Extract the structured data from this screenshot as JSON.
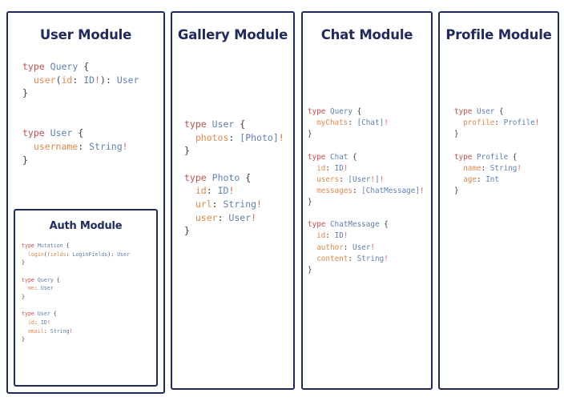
{
  "panels": [
    {
      "id": "user",
      "title": "User Module",
      "schema": [
        {
          "tokens": [
            {
              "t": "type",
              "c": "k"
            },
            {
              "t": " ",
              "c": "p"
            },
            {
              "t": "Query",
              "c": "tn"
            },
            {
              "t": " {",
              "c": "p"
            }
          ]
        },
        {
          "tokens": [
            {
              "t": "  ",
              "c": "p"
            },
            {
              "t": "user",
              "c": "f"
            },
            {
              "t": "(",
              "c": "p"
            },
            {
              "t": "id",
              "c": "f"
            },
            {
              "t": ": ",
              "c": "p"
            },
            {
              "t": "ID",
              "c": "tn"
            },
            {
              "t": "!",
              "c": "bang"
            },
            {
              "t": ")",
              "c": "p"
            },
            {
              "t": ": ",
              "c": "p"
            },
            {
              "t": "User",
              "c": "tn"
            }
          ]
        },
        {
          "tokens": [
            {
              "t": "}",
              "c": "p"
            }
          ]
        },
        {
          "tokens": []
        },
        {
          "tokens": []
        },
        {
          "tokens": [
            {
              "t": "type",
              "c": "k"
            },
            {
              "t": " ",
              "c": "p"
            },
            {
              "t": "User",
              "c": "tn"
            },
            {
              "t": " {",
              "c": "p"
            }
          ]
        },
        {
          "tokens": [
            {
              "t": "  ",
              "c": "p"
            },
            {
              "t": "username",
              "c": "f"
            },
            {
              "t": ": ",
              "c": "p"
            },
            {
              "t": "String",
              "c": "tn"
            },
            {
              "t": "!",
              "c": "bang"
            }
          ]
        },
        {
          "tokens": [
            {
              "t": "}",
              "c": "p"
            }
          ]
        }
      ]
    },
    {
      "id": "auth",
      "title": "Auth Module",
      "schema": [
        {
          "tokens": [
            {
              "t": "type",
              "c": "k"
            },
            {
              "t": " ",
              "c": "p"
            },
            {
              "t": "Mutation",
              "c": "tn"
            },
            {
              "t": " {",
              "c": "p"
            }
          ]
        },
        {
          "tokens": [
            {
              "t": "  ",
              "c": "p"
            },
            {
              "t": "login",
              "c": "f"
            },
            {
              "t": "(",
              "c": "p"
            },
            {
              "t": "fields",
              "c": "f"
            },
            {
              "t": ": ",
              "c": "p"
            },
            {
              "t": "LoginFields",
              "c": "tn"
            },
            {
              "t": ")",
              "c": "p"
            },
            {
              "t": ": ",
              "c": "p"
            },
            {
              "t": "User",
              "c": "tn"
            }
          ]
        },
        {
          "tokens": [
            {
              "t": "}",
              "c": "p"
            }
          ]
        },
        {
          "tokens": []
        },
        {
          "tokens": [
            {
              "t": "type",
              "c": "k"
            },
            {
              "t": " ",
              "c": "p"
            },
            {
              "t": "Query",
              "c": "tn"
            },
            {
              "t": " {",
              "c": "p"
            }
          ]
        },
        {
          "tokens": [
            {
              "t": "  ",
              "c": "p"
            },
            {
              "t": "me",
              "c": "f"
            },
            {
              "t": ": ",
              "c": "p"
            },
            {
              "t": "User",
              "c": "tn"
            }
          ]
        },
        {
          "tokens": [
            {
              "t": "}",
              "c": "p"
            }
          ]
        },
        {
          "tokens": []
        },
        {
          "tokens": [
            {
              "t": "type",
              "c": "k"
            },
            {
              "t": " ",
              "c": "p"
            },
            {
              "t": "User",
              "c": "tn"
            },
            {
              "t": " {",
              "c": "p"
            }
          ]
        },
        {
          "tokens": [
            {
              "t": "  ",
              "c": "p"
            },
            {
              "t": "id",
              "c": "f"
            },
            {
              "t": ": ",
              "c": "p"
            },
            {
              "t": "ID",
              "c": "tn"
            },
            {
              "t": "!",
              "c": "bang"
            }
          ]
        },
        {
          "tokens": [
            {
              "t": "  ",
              "c": "p"
            },
            {
              "t": "email",
              "c": "f"
            },
            {
              "t": ": ",
              "c": "p"
            },
            {
              "t": "String",
              "c": "tn"
            },
            {
              "t": "!",
              "c": "bang"
            }
          ]
        },
        {
          "tokens": [
            {
              "t": "}",
              "c": "p"
            }
          ]
        }
      ]
    },
    {
      "id": "gallery",
      "title": "Gallery Module",
      "schema": [
        {
          "tokens": [
            {
              "t": "type",
              "c": "k"
            },
            {
              "t": " ",
              "c": "p"
            },
            {
              "t": "User",
              "c": "tn"
            },
            {
              "t": " {",
              "c": "p"
            }
          ]
        },
        {
          "tokens": [
            {
              "t": "  ",
              "c": "p"
            },
            {
              "t": "photos",
              "c": "f"
            },
            {
              "t": ": ",
              "c": "p"
            },
            {
              "t": "[",
              "c": "br"
            },
            {
              "t": "Photo",
              "c": "tn"
            },
            {
              "t": "]",
              "c": "br"
            },
            {
              "t": "!",
              "c": "bang"
            }
          ]
        },
        {
          "tokens": [
            {
              "t": "}",
              "c": "p"
            }
          ]
        },
        {
          "tokens": []
        },
        {
          "tokens": [
            {
              "t": "type",
              "c": "k"
            },
            {
              "t": " ",
              "c": "p"
            },
            {
              "t": "Photo",
              "c": "tn"
            },
            {
              "t": " {",
              "c": "p"
            }
          ]
        },
        {
          "tokens": [
            {
              "t": "  ",
              "c": "p"
            },
            {
              "t": "id",
              "c": "f"
            },
            {
              "t": ": ",
              "c": "p"
            },
            {
              "t": "ID",
              "c": "tn"
            },
            {
              "t": "!",
              "c": "bang"
            }
          ]
        },
        {
          "tokens": [
            {
              "t": "  ",
              "c": "p"
            },
            {
              "t": "url",
              "c": "f"
            },
            {
              "t": ": ",
              "c": "p"
            },
            {
              "t": "String",
              "c": "tn"
            },
            {
              "t": "!",
              "c": "bang"
            }
          ]
        },
        {
          "tokens": [
            {
              "t": "  ",
              "c": "p"
            },
            {
              "t": "user",
              "c": "f"
            },
            {
              "t": ": ",
              "c": "p"
            },
            {
              "t": "User",
              "c": "tn"
            },
            {
              "t": "!",
              "c": "bang"
            }
          ]
        },
        {
          "tokens": [
            {
              "t": "}",
              "c": "p"
            }
          ]
        }
      ]
    },
    {
      "id": "chat",
      "title": "Chat Module",
      "schema": [
        {
          "tokens": [
            {
              "t": "type",
              "c": "k"
            },
            {
              "t": " ",
              "c": "p"
            },
            {
              "t": "Query",
              "c": "tn"
            },
            {
              "t": " {",
              "c": "p"
            }
          ]
        },
        {
          "tokens": [
            {
              "t": "  ",
              "c": "p"
            },
            {
              "t": "myChats",
              "c": "f"
            },
            {
              "t": ": ",
              "c": "p"
            },
            {
              "t": "[",
              "c": "br"
            },
            {
              "t": "Chat",
              "c": "tn"
            },
            {
              "t": "]",
              "c": "br"
            },
            {
              "t": "!",
              "c": "bang"
            }
          ]
        },
        {
          "tokens": [
            {
              "t": "}",
              "c": "p"
            }
          ]
        },
        {
          "tokens": []
        },
        {
          "tokens": [
            {
              "t": "type",
              "c": "k"
            },
            {
              "t": " ",
              "c": "p"
            },
            {
              "t": "Chat",
              "c": "tn"
            },
            {
              "t": " {",
              "c": "p"
            }
          ]
        },
        {
          "tokens": [
            {
              "t": "  ",
              "c": "p"
            },
            {
              "t": "id",
              "c": "f"
            },
            {
              "t": ": ",
              "c": "p"
            },
            {
              "t": "ID",
              "c": "tn"
            },
            {
              "t": "!",
              "c": "bang"
            }
          ]
        },
        {
          "tokens": [
            {
              "t": "  ",
              "c": "p"
            },
            {
              "t": "users",
              "c": "f"
            },
            {
              "t": ": ",
              "c": "p"
            },
            {
              "t": "[",
              "c": "br"
            },
            {
              "t": "User",
              "c": "tn"
            },
            {
              "t": "!",
              "c": "bang"
            },
            {
              "t": "]",
              "c": "br"
            },
            {
              "t": "!",
              "c": "bang"
            }
          ]
        },
        {
          "tokens": [
            {
              "t": "  ",
              "c": "p"
            },
            {
              "t": "messages",
              "c": "f"
            },
            {
              "t": ": ",
              "c": "p"
            },
            {
              "t": "[",
              "c": "br"
            },
            {
              "t": "ChatMessage",
              "c": "tn"
            },
            {
              "t": "]",
              "c": "br"
            },
            {
              "t": "!",
              "c": "bang"
            }
          ]
        },
        {
          "tokens": [
            {
              "t": "}",
              "c": "p"
            }
          ]
        },
        {
          "tokens": []
        },
        {
          "tokens": [
            {
              "t": "type",
              "c": "k"
            },
            {
              "t": " ",
              "c": "p"
            },
            {
              "t": "ChatMessage",
              "c": "tn"
            },
            {
              "t": " {",
              "c": "p"
            }
          ]
        },
        {
          "tokens": [
            {
              "t": "  ",
              "c": "p"
            },
            {
              "t": "id",
              "c": "f"
            },
            {
              "t": ": ",
              "c": "p"
            },
            {
              "t": "ID",
              "c": "tn"
            },
            {
              "t": "!",
              "c": "bang"
            }
          ]
        },
        {
          "tokens": [
            {
              "t": "  ",
              "c": "p"
            },
            {
              "t": "author",
              "c": "f"
            },
            {
              "t": ": ",
              "c": "p"
            },
            {
              "t": "User",
              "c": "tn"
            },
            {
              "t": "!",
              "c": "bang"
            }
          ]
        },
        {
          "tokens": [
            {
              "t": "  ",
              "c": "p"
            },
            {
              "t": "content",
              "c": "f"
            },
            {
              "t": ": ",
              "c": "p"
            },
            {
              "t": "String",
              "c": "tn"
            },
            {
              "t": "!",
              "c": "bang"
            }
          ]
        },
        {
          "tokens": [
            {
              "t": "}",
              "c": "p"
            }
          ]
        }
      ]
    },
    {
      "id": "profile",
      "title": "Profile Module",
      "schema": [
        {
          "tokens": [
            {
              "t": "type",
              "c": "k"
            },
            {
              "t": " ",
              "c": "p"
            },
            {
              "t": "User",
              "c": "tn"
            },
            {
              "t": " {",
              "c": "p"
            }
          ]
        },
        {
          "tokens": [
            {
              "t": "  ",
              "c": "p"
            },
            {
              "t": "profile",
              "c": "f"
            },
            {
              "t": ": ",
              "c": "p"
            },
            {
              "t": "Profile",
              "c": "tn"
            },
            {
              "t": "!",
              "c": "bang"
            }
          ]
        },
        {
          "tokens": [
            {
              "t": "}",
              "c": "p"
            }
          ]
        },
        {
          "tokens": []
        },
        {
          "tokens": [
            {
              "t": "type",
              "c": "k"
            },
            {
              "t": " ",
              "c": "p"
            },
            {
              "t": "Profile",
              "c": "tn"
            },
            {
              "t": " {",
              "c": "p"
            }
          ]
        },
        {
          "tokens": [
            {
              "t": "  ",
              "c": "p"
            },
            {
              "t": "name",
              "c": "f"
            },
            {
              "t": ": ",
              "c": "p"
            },
            {
              "t": "String",
              "c": "tn"
            },
            {
              "t": "!",
              "c": "bang"
            }
          ]
        },
        {
          "tokens": [
            {
              "t": "  ",
              "c": "p"
            },
            {
              "t": "age",
              "c": "f"
            },
            {
              "t": ": ",
              "c": "p"
            },
            {
              "t": "Int",
              "c": "tn"
            }
          ]
        },
        {
          "tokens": [
            {
              "t": "}",
              "c": "p"
            }
          ]
        }
      ]
    }
  ],
  "theme": {
    "border_color": "#1f2a5e",
    "title_color": "#1f2a5e",
    "keyword_color": "#c0504d",
    "typename_color": "#5f7fb5",
    "field_color": "#e08a4f",
    "nonnull_color": "#e06055",
    "punctuation_color": "#3b3b3b",
    "background": "#ffffff"
  }
}
